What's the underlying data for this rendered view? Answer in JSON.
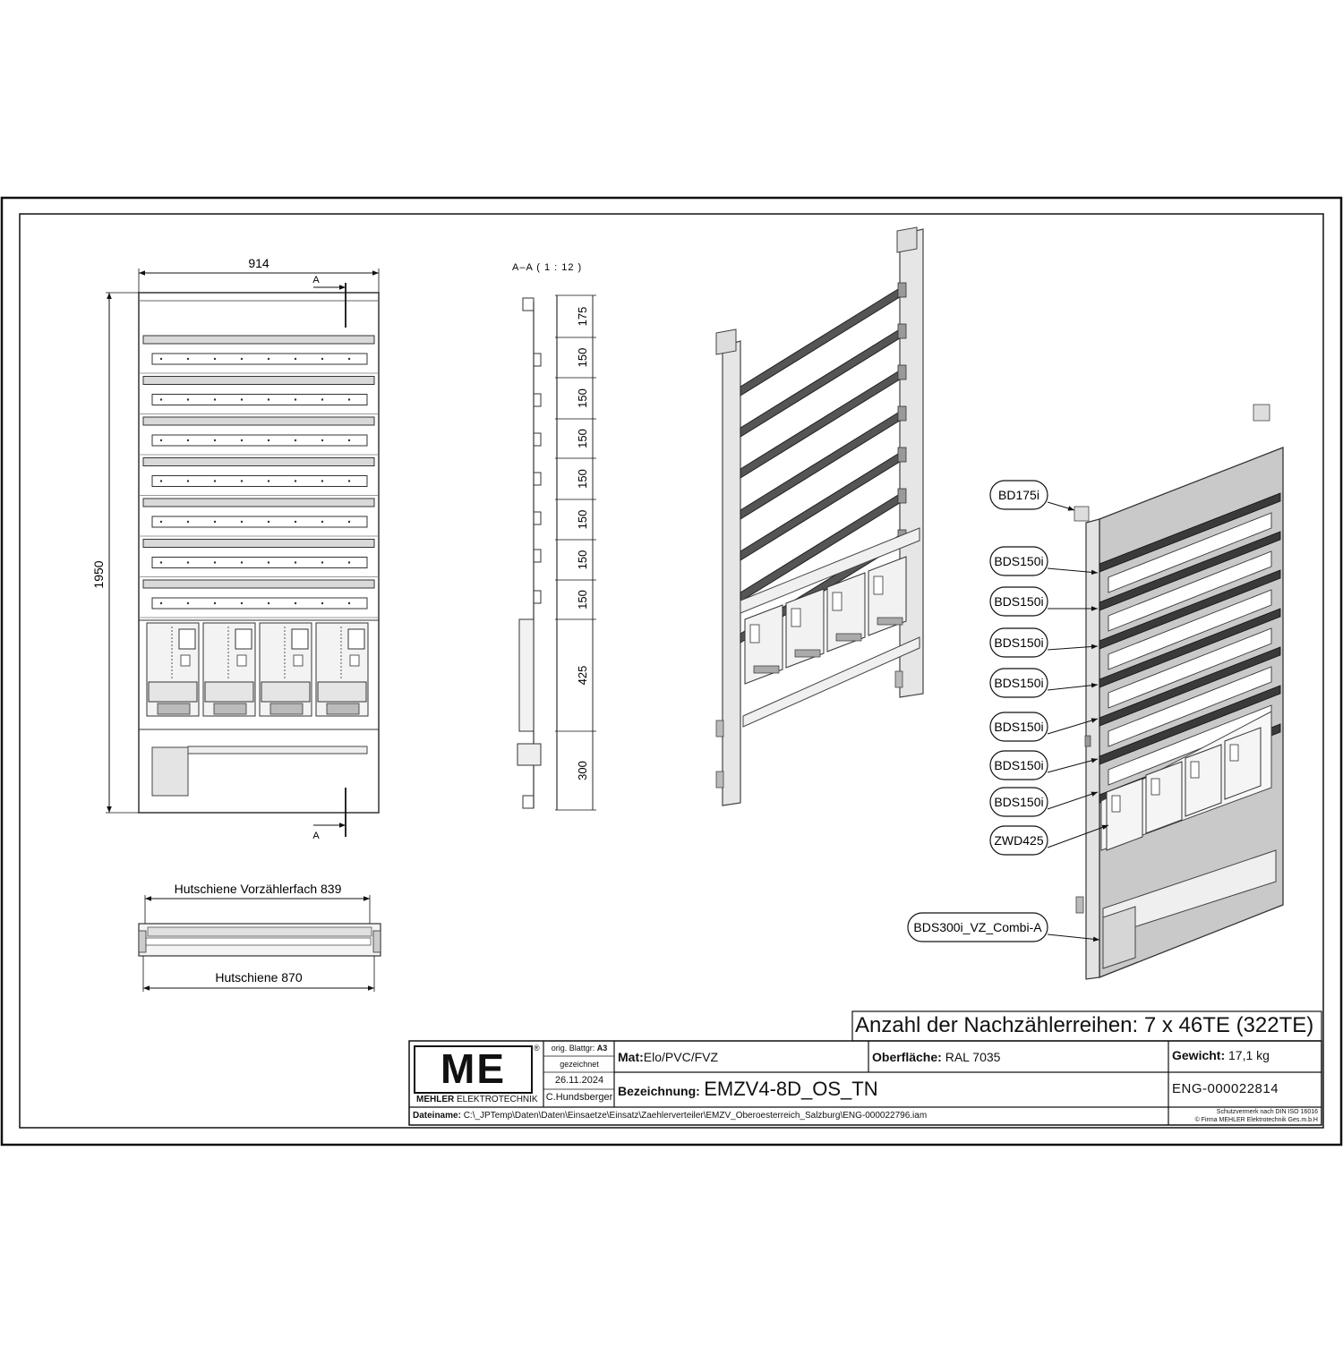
{
  "front_view": {
    "width_dim": "914",
    "height_dim": "1950",
    "section_marker": "A"
  },
  "section_view": {
    "title": "A–A ( 1 : 12 )",
    "dims": [
      "175",
      "150",
      "150",
      "150",
      "150",
      "150",
      "150",
      "150",
      "425",
      "300"
    ]
  },
  "rail_view": {
    "top_label": "Hutschiene Vorzählerfach 839",
    "bottom_label": "Hutschiene 870"
  },
  "callouts": [
    "BD175i",
    "BDS150i",
    "BDS150i",
    "BDS150i",
    "BDS150i",
    "BDS150i",
    "BDS150i",
    "BDS150i",
    "ZWD425",
    "BDS300i_VZ_Combi-A"
  ],
  "title_block": {
    "headline": "Anzahl der Nachzählerreihen: 7 x 46TE (322TE)",
    "logo_text": "ME",
    "company_bold": "MEHLER",
    "company_rest": "ELEKTROTECHNIK",
    "registered": "®",
    "orig_label": "orig. Blattgr:",
    "orig_value": "A3",
    "drawn_label": "gezeichnet",
    "date": "26.11.2024",
    "author": "C.Hundsberger",
    "mat_label": "Mat:",
    "mat_value": "Elo/PVC/FVZ",
    "surface_label": "Oberfläche:",
    "surface_value": "RAL 7035",
    "weight_label": "Gewicht:",
    "weight_value": "17,1 kg",
    "desig_label": "Bezeichnung:",
    "desig_value": "EMZV4-8D_OS_TN",
    "eng_number": "ENG-000022814",
    "file_label": "Dateiname:",
    "file_value": "C:\\_JPTemp\\Daten\\Daten\\Einsaetze\\Einsatz\\Zaehlerverteiler\\EMZV_Oberoesterreich_Salzburg\\ENG-000022796.iam",
    "protection1": "Schutzvermerk nach DIN ISO 16016",
    "protection2": "© Firma MEHLER Elektrotechnik Ges.m.b.H"
  }
}
